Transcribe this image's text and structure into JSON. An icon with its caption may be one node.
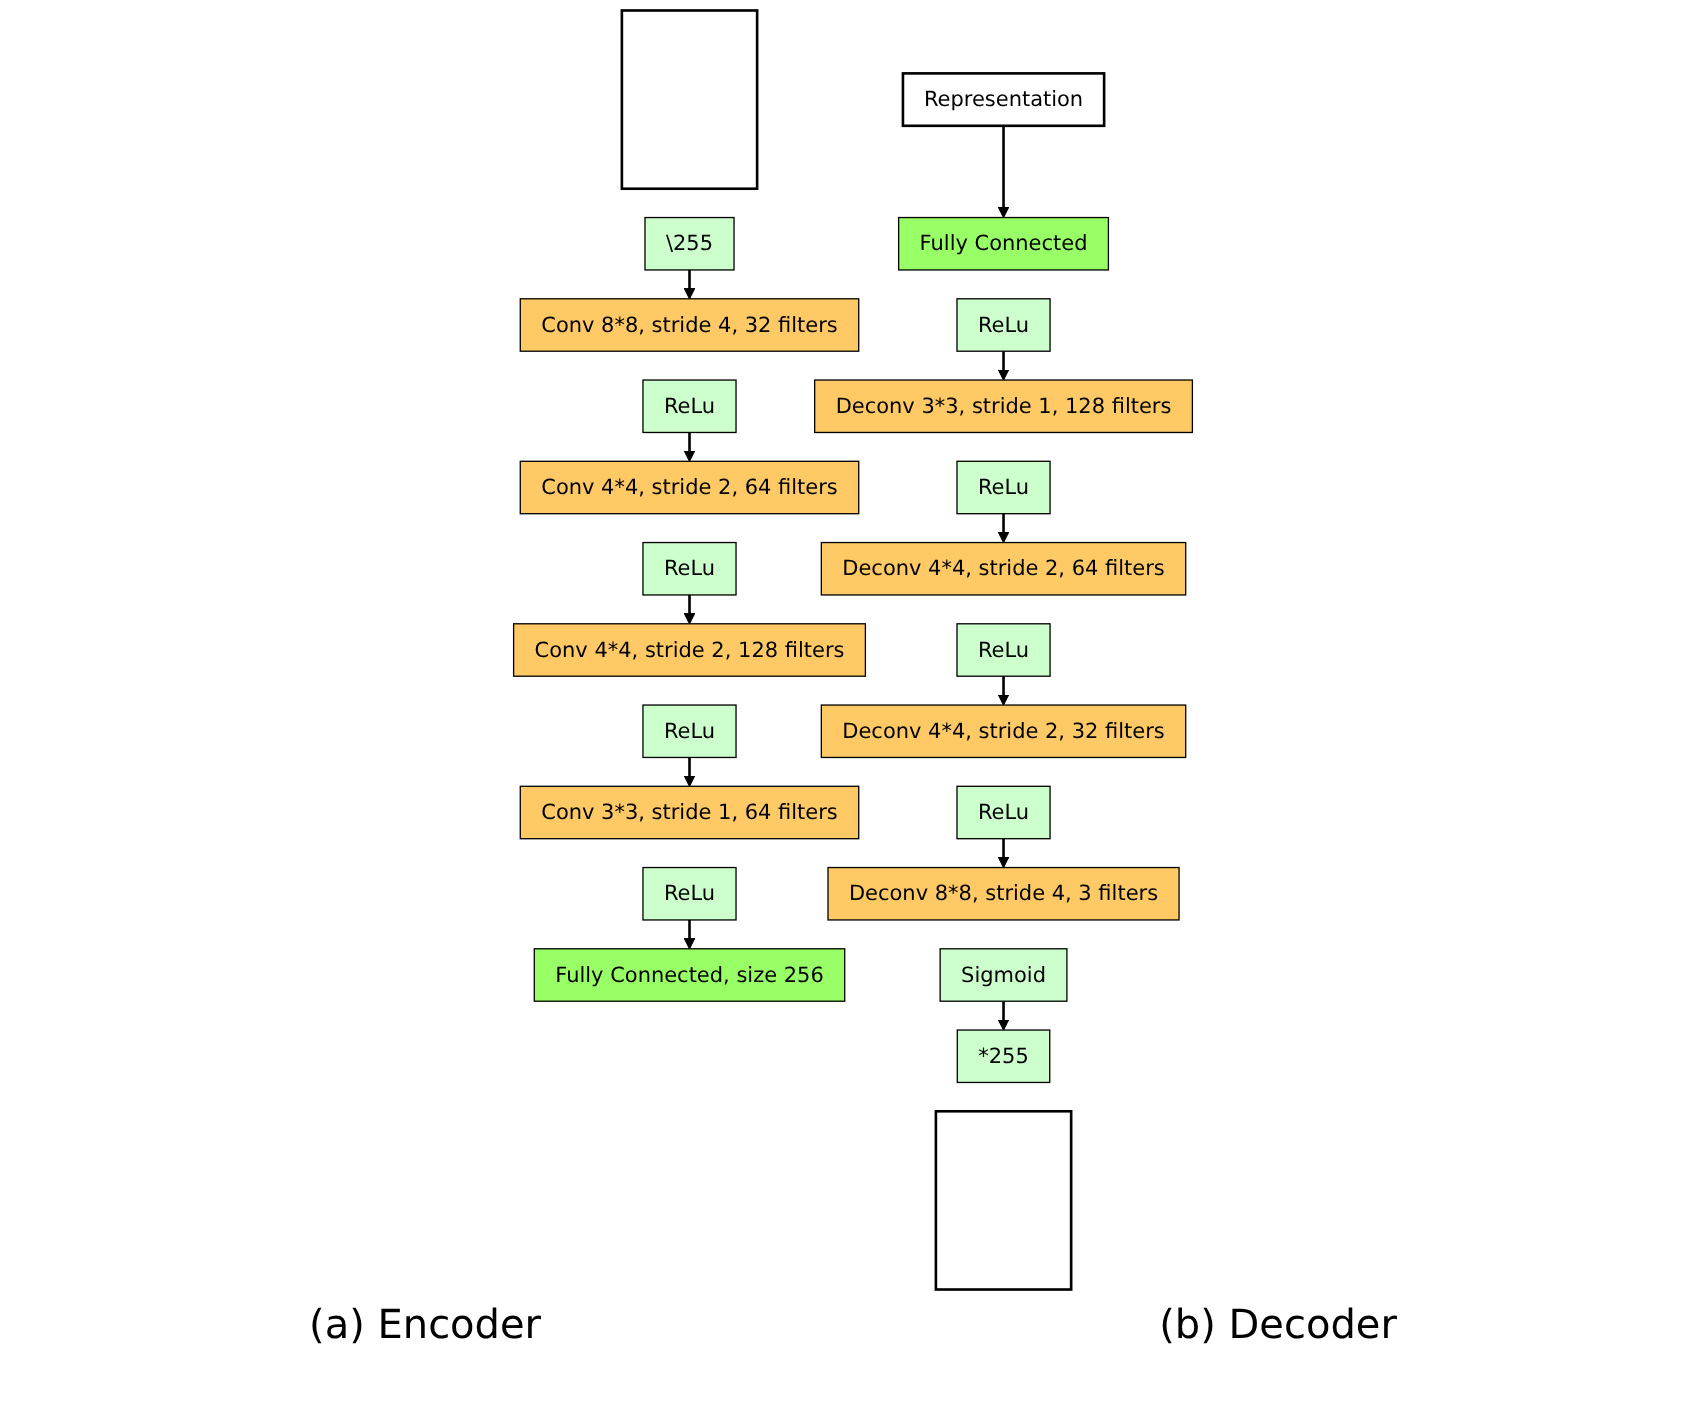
{
  "diagram": {
    "nodes": [
      {
        "text": [],
        "shape": "box"
      },
      {
        "text": [
          "\\255"
        ]
      },
      {
        "text": [
          "Conv 8*8, stride 4, 32 filters"
        ]
      },
      {
        "text": [
          "ReLu"
        ]
      },
      {
        "text": [
          "Conv 4*4, stride 2, 64 filters"
        ]
      },
      {
        "text": [
          "ReLu"
        ]
      },
      {
        "text": [
          "Conv 4*4, stride 2, 128 filters"
        ]
      },
      {
        "text": [
          "ReLu"
        ]
      },
      {
        "text": [
          "Conv 3*3, stride 1, 64 filters"
        ]
      },
      {
        "text": [
          "ReLu"
        ]
      },
      {
        "text": [
          "Fully Connected, size 256"
        ]
      },
      {
        "text": [
          "Representation"
        ]
      },
      {
        "text": [
          "Fully Connected"
        ]
      },
      {
        "text": [
          "ReLu"
        ]
      },
      {
        "text": [
          "Deconv 3*3, stride 1, 128 filters"
        ]
      },
      {
        "text": [
          "ReLu"
        ]
      },
      {
        "text": [
          "Deconv 4*4, stride 2, 64 filters"
        ]
      },
      {
        "text": [
          "ReLu"
        ]
      },
      {
        "text": [
          "Deconv 4*4, stride 2, 32 filters"
        ]
      },
      {
        "text": [
          "ReLu"
        ]
      },
      {
        "text": [
          "Deconv 8*8, stride 4, 3 filters"
        ]
      },
      {
        "text": [
          "Sigmoid"
        ]
      },
      {
        "text": [
          "*255"
        ]
      },
      {
        "text": [],
        "shape": "box"
      }
    ],
    "edges": [
      {
        "from": 1,
        "to": 2,
        "arrow": "to"
      },
      {
        "from": 3,
        "to": 4,
        "arrow": "to"
      },
      {
        "from": 5,
        "to": 6,
        "arrow": "to"
      },
      {
        "from": 7,
        "to": 8,
        "arrow": "to"
      },
      {
        "from": 9,
        "to": 10,
        "arrow": "to"
      },
      {
        "from": 11,
        "to": 12,
        "arrow": "to"
      },
      {
        "from": 13,
        "to": 14,
        "arrow": "to"
      },
      {
        "from": 15,
        "to": 16,
        "arrow": "to"
      },
      {
        "from": 17,
        "to": 18,
        "arrow": "to"
      },
      {
        "from": 19,
        "to": 20,
        "arrow": "to"
      },
      {
        "from": 21,
        "to": 22,
        "arrow": "to"
      }
    ],
    "labels": [
      "(a) Encoder",
      "(b) Decoder"
    ]
  }
}
